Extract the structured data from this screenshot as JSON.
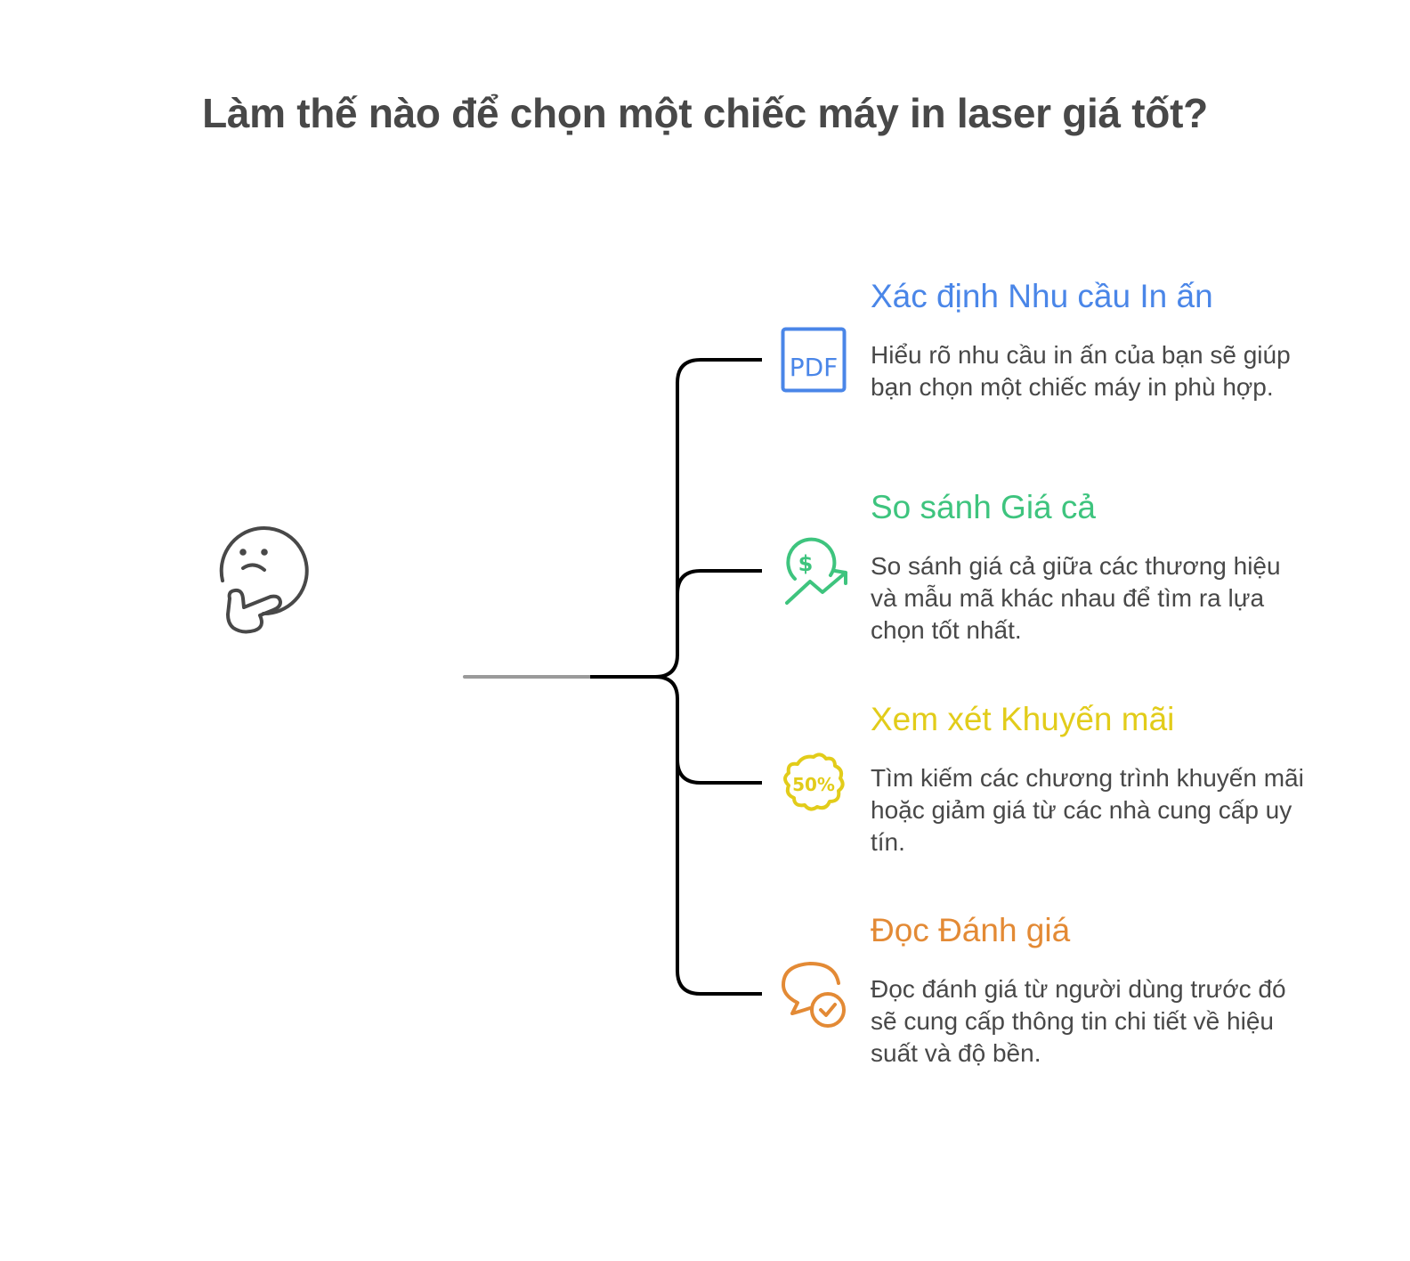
{
  "title": "Làm thế nào để chọn một chiếc máy in laser giá tốt?",
  "root": {
    "icon": "thinking-face-icon",
    "color": "#484848"
  },
  "connector": {
    "stem_color_start": "#9a9a9a",
    "line_color": "#000000"
  },
  "branches": [
    {
      "title": "Xác định Nhu cầu In ấn",
      "description": "Hiểu rõ nhu cầu in ấn của bạn sẽ giúp bạn chọn một chiếc máy in phù hợp.",
      "icon": "pdf-document-icon",
      "icon_text": "PDF",
      "color": "#4a86e8"
    },
    {
      "title": "So sánh Giá cả",
      "description": "So sánh giá cả giữa các thương hiệu và mẫu mã khác nhau để tìm ra lựa chọn tốt nhất.",
      "icon": "dollar-growth-icon",
      "icon_text": "$",
      "color": "#3ec47e"
    },
    {
      "title": "Xem xét Khuyến mãi",
      "description": "Tìm kiếm các chương trình khuyến mãi hoặc giảm giá từ các nhà cung cấp uy tín.",
      "icon": "discount-badge-icon",
      "icon_text": "50%",
      "color": "#e2cc1a"
    },
    {
      "title": "Đọc Đánh giá",
      "description": "Đọc đánh giá từ người dùng trước đó sẽ cung cấp thông tin chi tiết về hiệu suất và độ bền.",
      "icon": "chat-check-icon",
      "color": "#e38a35"
    }
  ]
}
